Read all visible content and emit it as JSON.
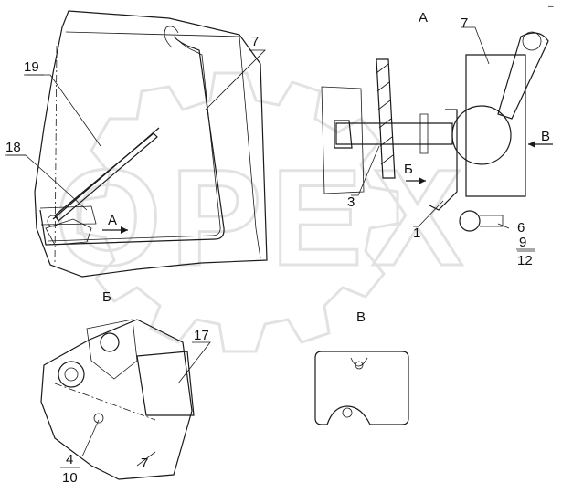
{
  "watermark": "OPEX",
  "labels": {
    "view_a_title": "А",
    "view_b_title": "Б",
    "view_v_title": "В",
    "arrow_v": "В",
    "arrow_b": "Б",
    "arrow_a": "А",
    "n7_top": "7",
    "n7_right": "7",
    "n7_bottom": "7",
    "n19": "19",
    "n18": "18",
    "n3": "3",
    "n1": "1",
    "n6": "6",
    "n9": "9",
    "n12": "12",
    "n17": "17",
    "n4": "4",
    "n10": "10",
    "corner": "–"
  },
  "colors": {
    "line": "#1a1a1a",
    "watermark": "#e2e2e2"
  }
}
